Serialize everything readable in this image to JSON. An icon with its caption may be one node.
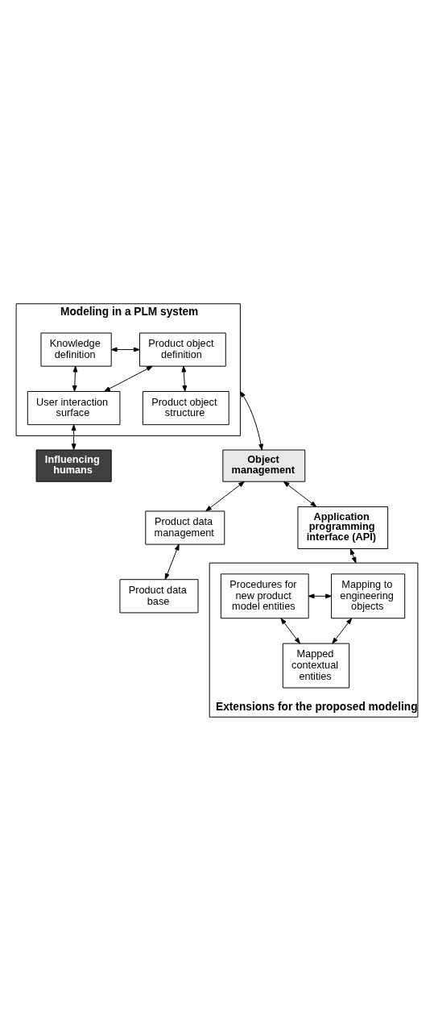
{
  "diagram": {
    "nodes": [
      {
        "text": [
          "Modeling in a PLM system"
        ]
      },
      {
        "text": [
          "Product object definition"
        ],
        "in": 0
      },
      {
        "text": [
          "Knowledge definition"
        ],
        "in": 0
      },
      {
        "text": [
          "User interaction surface"
        ],
        "in": 0
      },
      {
        "text": [
          "Product object structure"
        ],
        "in": 0
      },
      {
        "text": [
          "Object management"
        ]
      },
      {
        "text": [
          "Influencing humans"
        ]
      },
      {
        "text": [
          "Product data management"
        ]
      },
      {
        "text": [
          "Application programming interface (API)"
        ]
      },
      {
        "text": [
          "Product data base"
        ]
      },
      {
        "text": [
          "Extensions for the proposed modeling"
        ]
      },
      {
        "text": [
          "Mapping to engineering objects"
        ],
        "in": 10
      },
      {
        "text": [
          "Procedures for new product model entities"
        ],
        "in": 10
      },
      {
        "text": [
          "Mapped contextual entities"
        ],
        "in": 10
      }
    ],
    "edges": [
      {
        "from": 1,
        "to": 2,
        "arrow": "both"
      },
      {
        "from": 1,
        "to": 3,
        "arrow": "both"
      },
      {
        "from": 2,
        "to": 3,
        "arrow": "both"
      },
      {
        "from": 1,
        "to": 4,
        "arrow": "both"
      },
      {
        "from": 3,
        "to": 6,
        "arrow": "both"
      },
      {
        "from": 0,
        "to": 5,
        "arrow": "both"
      },
      {
        "from": 5,
        "to": 7,
        "arrow": "both"
      },
      {
        "from": 5,
        "to": 8,
        "arrow": "both"
      },
      {
        "from": 7,
        "to": 9,
        "arrow": "both"
      },
      {
        "from": 8,
        "to": 10,
        "arrow": "both"
      },
      {
        "from": 11,
        "to": 12,
        "arrow": "both"
      },
      {
        "from": 11,
        "to": 13,
        "arrow": "both"
      },
      {
        "from": 13,
        "to": 12,
        "arrow": "both"
      }
    ]
  }
}
